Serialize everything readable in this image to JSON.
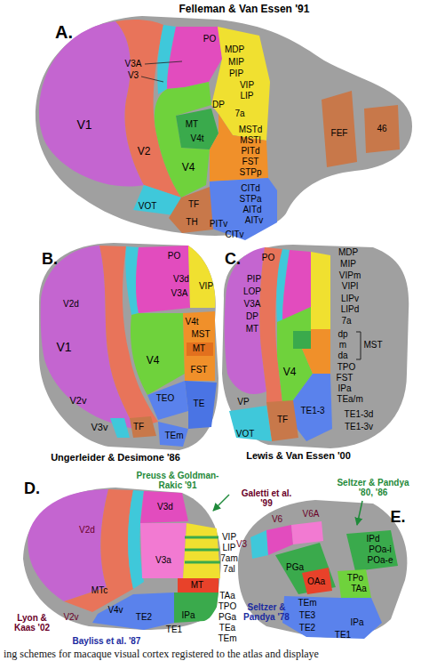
{
  "diagram": {
    "caption": "ing schemes for macaque visual cortex registered to the atlas and displaye",
    "nodes": [
      {
        "text": [
          "Felleman & Van Essen '91",
          "A."
        ]
      },
      {
        "text": [
          "B.",
          "Ungerleider & Desimone '86"
        ]
      },
      {
        "text": [
          "C.",
          "Lewis & Van Essen '00"
        ]
      },
      {
        "text": [
          "D.",
          "Preuss & Goldman-Rakic '91",
          "Lyon & Kaas '02",
          "Bayliss et al. '87"
        ]
      },
      {
        "text": [
          "Galetti et al. '99",
          "Seltzer & Pandya '80, '86",
          "E.",
          "Seltzer & Pandya '78"
        ]
      }
    ],
    "labels": [
      "PO",
      "MDP",
      "MIP",
      "V3A",
      "PIP",
      "V3",
      "VIP",
      "LIP",
      "DP",
      "7a",
      "MT",
      "V1",
      "MSTd",
      "FEF",
      "46",
      "V4t",
      "MSTl",
      "V2",
      "PITd",
      "FST",
      "V4",
      "STPp",
      "CITd",
      "STPa",
      "TF",
      "VOT",
      "AITd",
      "AITv",
      "TH",
      "PITv",
      "CITv",
      "PO",
      "V3d",
      "VIP",
      "V3A",
      "V2d",
      "V4t",
      "MST",
      "V1",
      "MT",
      "V4",
      "FST",
      "TEO",
      "V2v",
      "TE",
      "V3v",
      "TF",
      "TEm",
      "MDP",
      "PO",
      "MIP",
      "VIPm",
      "PIP",
      "VIPl",
      "LOP",
      "LIPv",
      "V3A",
      "LIPd",
      "DP",
      "7a",
      "MT",
      "dp",
      "m",
      "MST",
      "da",
      "TPO",
      "V4",
      "FST",
      "IPa",
      "TEa/m",
      "VP",
      "TE1-3",
      "TE1-3d",
      "TF",
      "TE1-3v",
      "VOT",
      "V3d",
      "V2d",
      "VIP",
      "LIP",
      "7am",
      "V3a",
      "7al",
      "MT",
      "MTc",
      "TAa",
      "TPO",
      "V4v",
      "IPa",
      "TE2",
      "V2v",
      "PGa",
      "TEa",
      "TE1",
      "TEm",
      "V6A",
      "V6",
      "IPd",
      "V3",
      "POa-i",
      "POa-e",
      "PGa",
      "TPo",
      "OAa",
      "TAa",
      "TEm",
      "TE3",
      "IPa",
      "TE2",
      "TE1"
    ]
  }
}
